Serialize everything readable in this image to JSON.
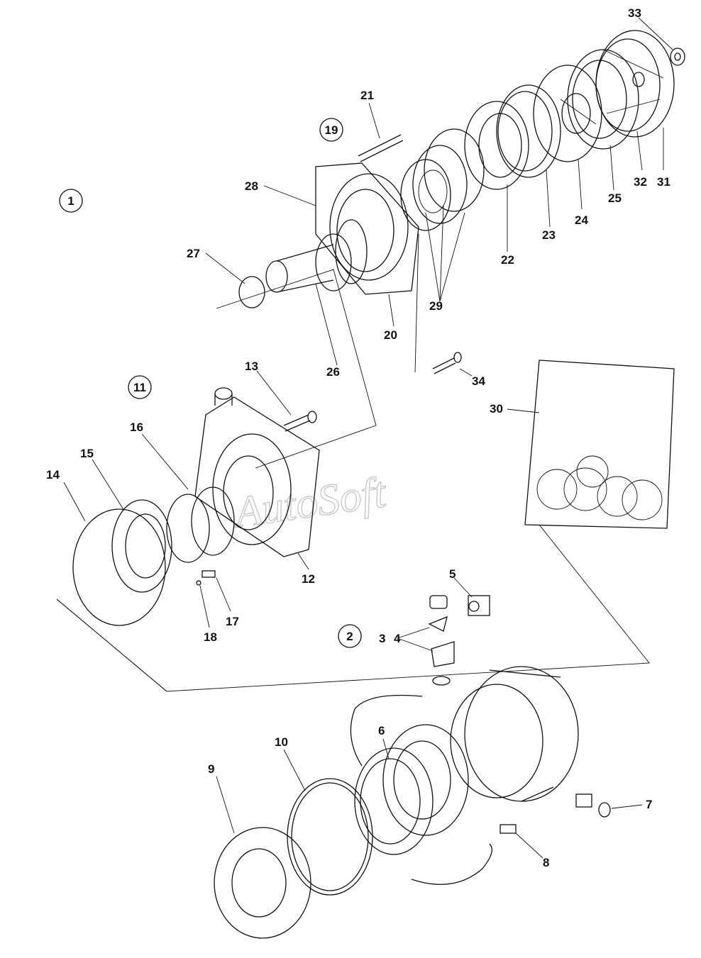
{
  "watermark": "AutoSoft",
  "group_labels": {
    "g1": "1",
    "g2": "2",
    "g11": "11",
    "g19": "19"
  },
  "callouts": {
    "c3": "3",
    "c4": "4",
    "c5": "5",
    "c6": "6",
    "c7": "7",
    "c8": "8",
    "c9": "9",
    "c10": "10",
    "c12": "12",
    "c13": "13",
    "c14": "14",
    "c15": "15",
    "c16": "16",
    "c17": "17",
    "c18": "18",
    "c20": "20",
    "c21": "21",
    "c22": "22",
    "c23": "23",
    "c24": "24",
    "c25": "25",
    "c26": "26",
    "c27": "27",
    "c28": "28",
    "c29": "29",
    "c30": "30",
    "c31": "31",
    "c32": "32",
    "c33": "33",
    "c34": "34"
  }
}
